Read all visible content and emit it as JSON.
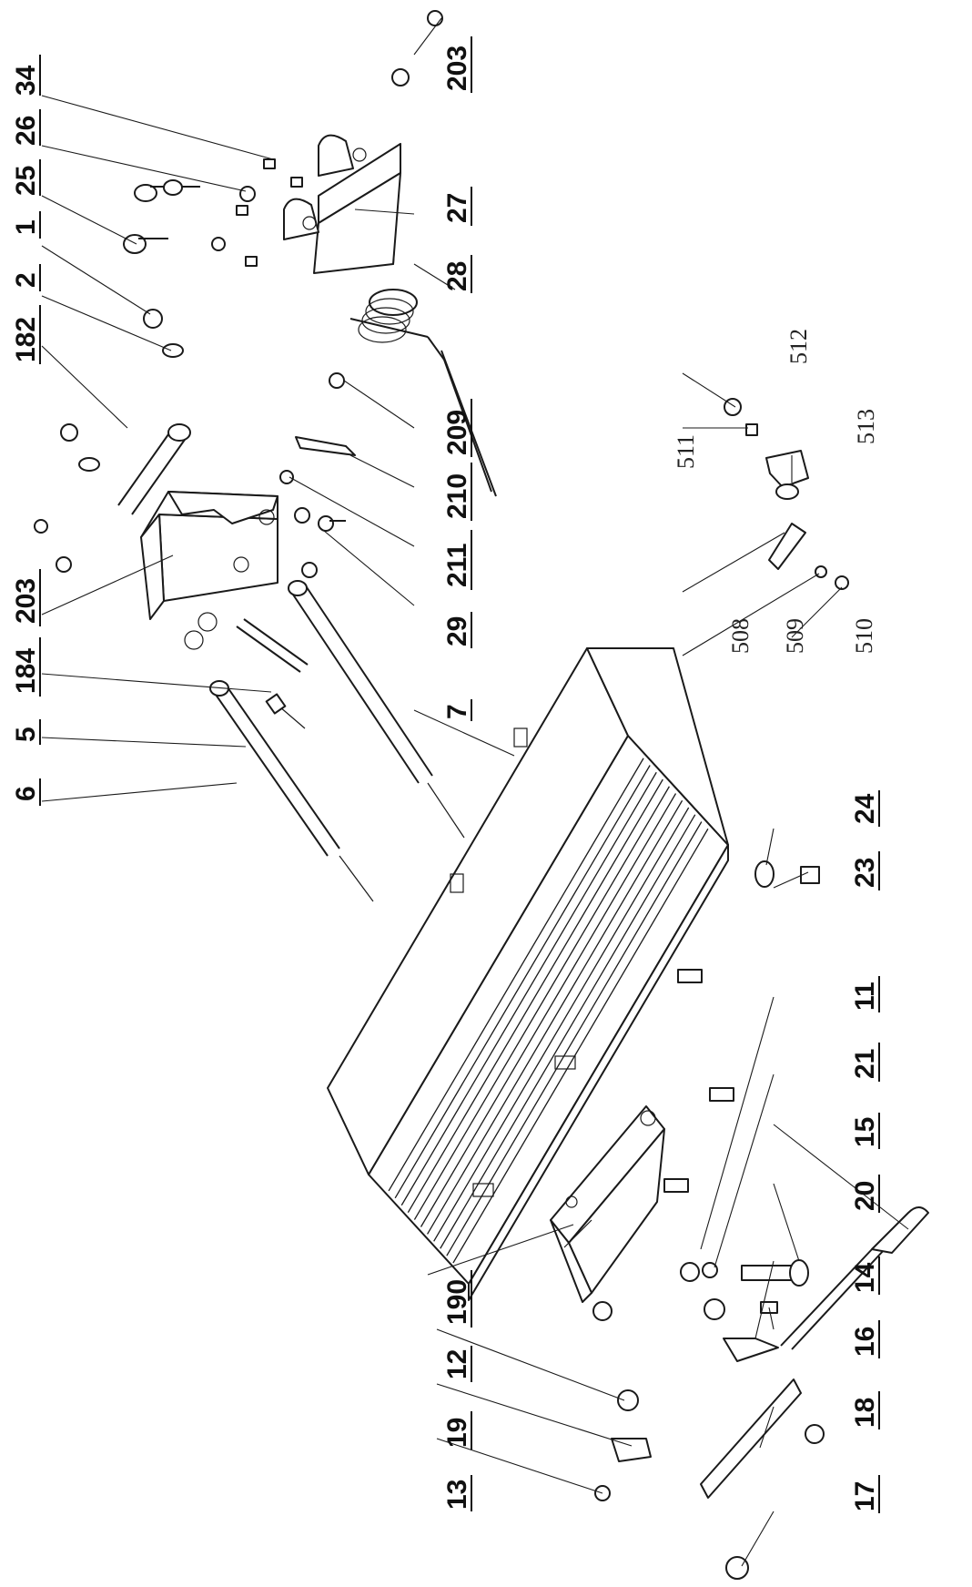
{
  "labels": {
    "l34": "34",
    "l26": "26",
    "l25": "25",
    "l1": "1",
    "l2": "2",
    "l182": "182",
    "l203a": "203",
    "l184": "184",
    "l5": "5",
    "l6": "6",
    "l203b": "203",
    "l27": "27",
    "l28": "28",
    "l209": "209",
    "l210": "210",
    "l211": "211",
    "l29": "29",
    "l7": "7",
    "l512": "512",
    "l511": "511",
    "l513": "513",
    "l508": "508",
    "l509": "509",
    "l510": "510",
    "l24": "24",
    "l23": "23",
    "l11": "11",
    "l21": "21",
    "l15": "15",
    "l20": "20",
    "l190": "190",
    "l12": "12",
    "l19": "19",
    "l13": "13",
    "l14": "14",
    "l16": "16",
    "l18": "18",
    "l17": "17"
  },
  "colors": {
    "ink": "#1a1a1a",
    "paper": "#ffffff"
  }
}
